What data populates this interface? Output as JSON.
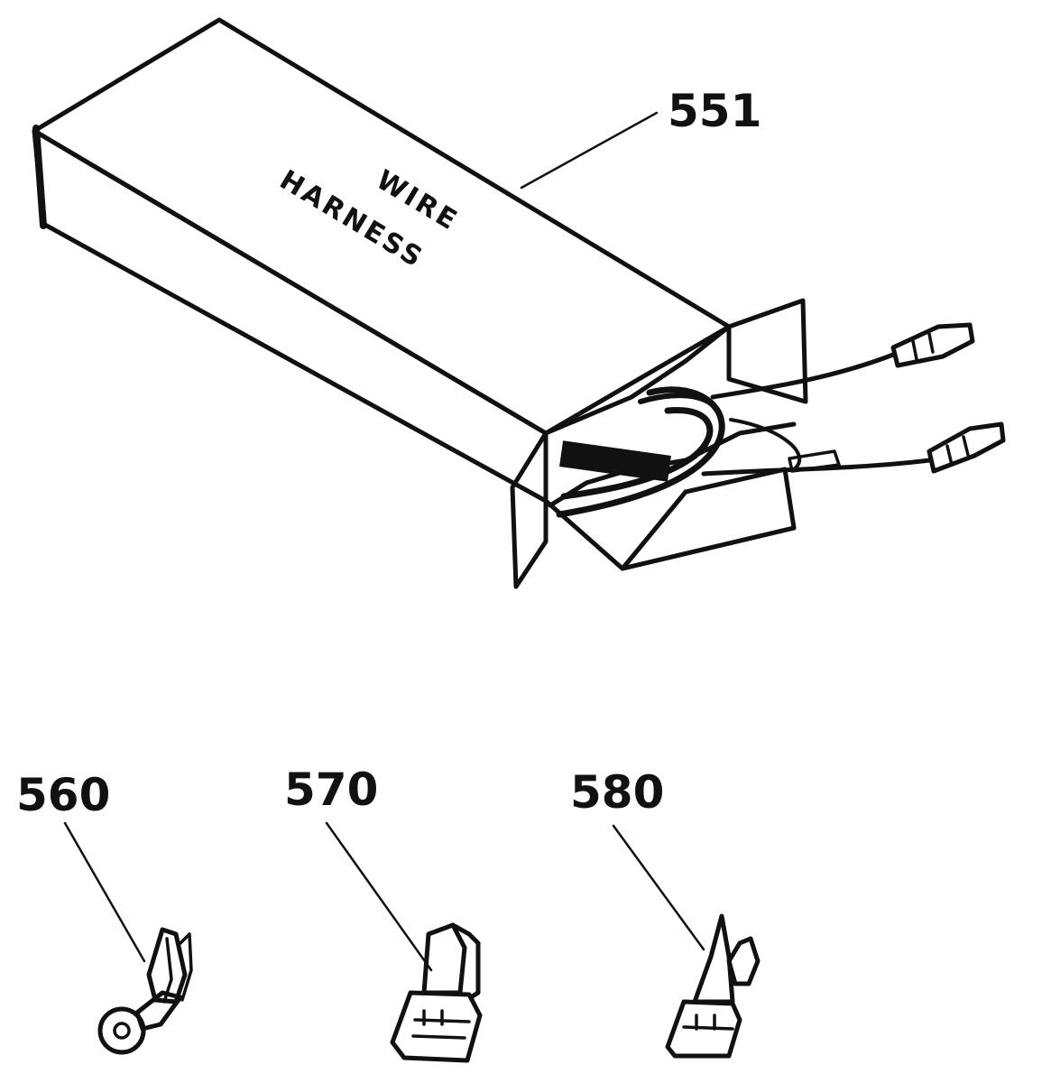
{
  "diagram": {
    "box_label_line1": "WIRE",
    "box_label_line2": "HARNESS",
    "callouts": {
      "harness": "551",
      "ring_terminal": "560",
      "flag_terminal": "570",
      "spade_terminal": "580"
    }
  }
}
